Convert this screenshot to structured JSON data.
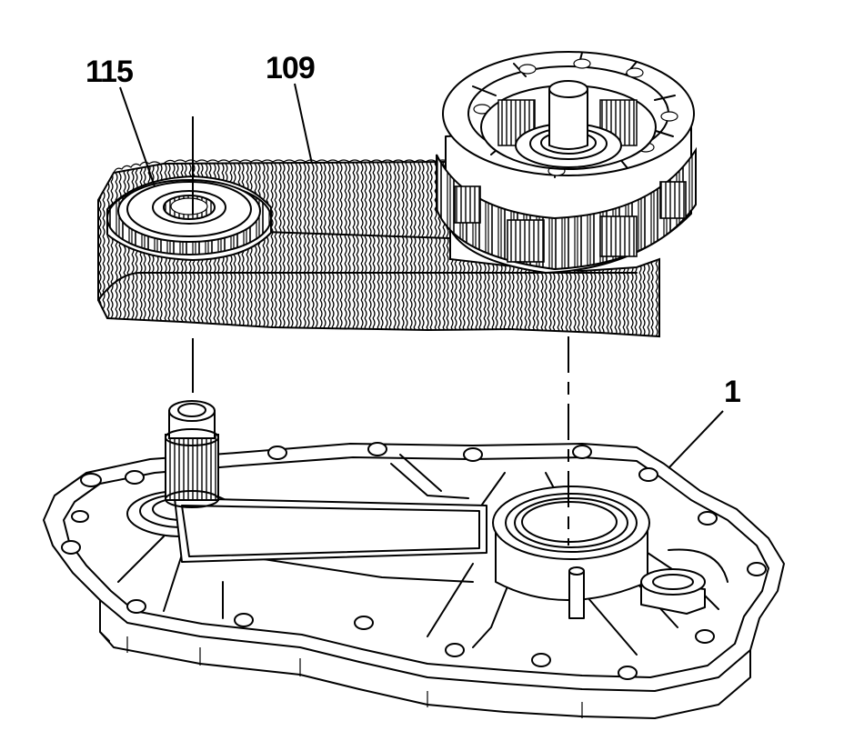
{
  "diagram": {
    "callouts": [
      {
        "id": "115",
        "text": "115"
      },
      {
        "id": "109",
        "text": "109"
      },
      {
        "id": "1",
        "text": "1"
      }
    ]
  }
}
